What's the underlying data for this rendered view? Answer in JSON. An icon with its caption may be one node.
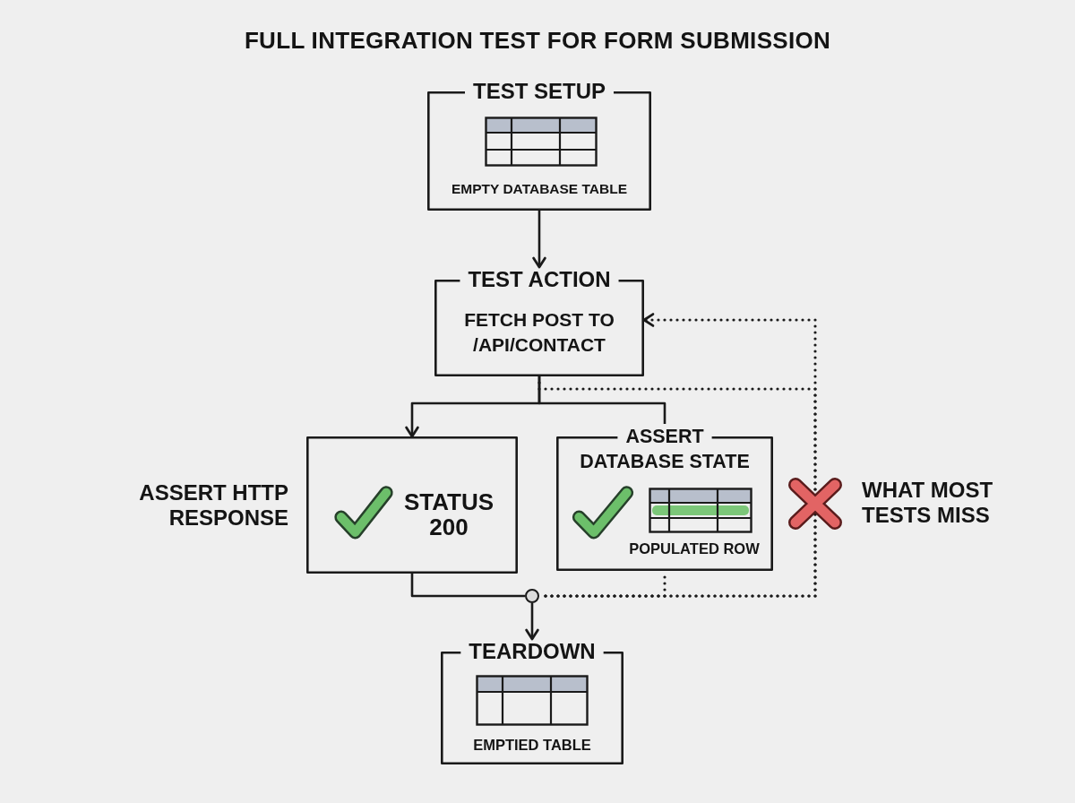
{
  "diagram": {
    "title": "FULL INTEGRATION TEST FOR FORM SUBMISSION",
    "nodes": [
      {
        "text": [
          "TEST SETUP",
          "EMPTY DATABASE TABLE"
        ]
      },
      {
        "text": [
          "TEST ACTION",
          "FETCH POST TO /API/CONTACT"
        ]
      },
      {
        "text": [
          "STATUS 200"
        ],
        "beside": [
          "ASSERT HTTP RESPONSE"
        ]
      },
      {
        "text": [
          "ASSERT DATABASE STATE",
          "POPULATED ROW"
        ]
      },
      {
        "text": [],
        "shape": "circle"
      },
      {
        "text": [
          "TEARDOWN",
          "EMPTIED TABLE"
        ]
      }
    ],
    "edges": [
      {
        "from": 0,
        "to": 1,
        "arrow": "to"
      },
      {
        "from": 1,
        "to": 2,
        "arrow": "to"
      },
      {
        "from": 1,
        "to": 3,
        "arrow": "none"
      },
      {
        "from": 2,
        "to": 4,
        "arrow": "none"
      },
      {
        "from": 3,
        "to": 4,
        "arrow": "none",
        "style": "dashed"
      },
      {
        "from": 4,
        "to": 5,
        "arrow": "to"
      },
      {
        "from": 4,
        "to": 1,
        "arrow": "to",
        "style": "dashed"
      },
      {
        "from": 1,
        "to": 4,
        "arrow": "none",
        "style": "dashed"
      }
    ],
    "labels": [
      "WHAT MOST TESTS MISS"
    ]
  }
}
